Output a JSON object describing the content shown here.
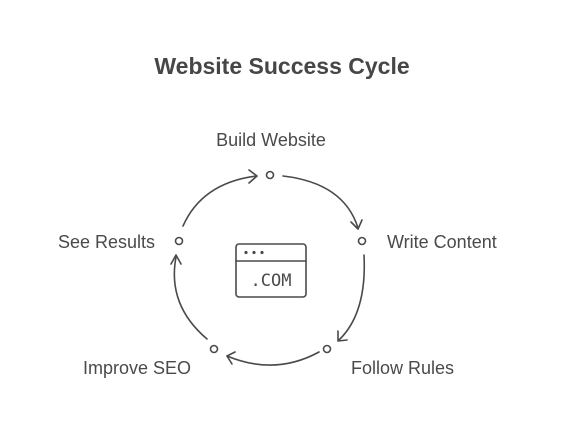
{
  "title": "Website Success Cycle",
  "steps": [
    {
      "label": "Build Website"
    },
    {
      "label": "Write Content"
    },
    {
      "label": "Follow Rules"
    },
    {
      "label": "Improve SEO"
    },
    {
      "label": "See Results"
    }
  ],
  "center": {
    "icon": "browser-window-icon",
    "text": ".COM"
  },
  "colors": {
    "stroke": "#4a4a4a",
    "text": "#4a4a4a",
    "background": "#ffffff"
  }
}
